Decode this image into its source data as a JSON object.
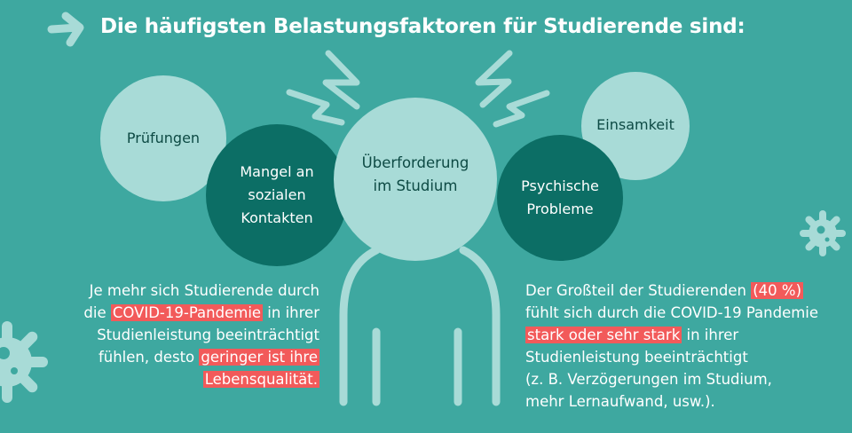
{
  "title": "Die häufigsten Belastungsfaktoren für Studierende sind:",
  "colors": {
    "background": "#3ea8a0",
    "light_circle": "#a8dbd7",
    "dark_circle": "#0c6e65",
    "highlight": "#f25a5a",
    "dark_text": "#0d4a44",
    "light_text": "#ffffff"
  },
  "factors": [
    {
      "label": "Prüfungen",
      "style": "light"
    },
    {
      "label": "Mangel an\nsozialen\nKontakten",
      "style": "dark"
    },
    {
      "label": "Überforderung\nim Studium",
      "style": "light"
    },
    {
      "label": "Psychische\nProbleme",
      "style": "dark"
    },
    {
      "label": "Einsamkeit",
      "style": "light"
    }
  ],
  "left_text": {
    "l1": "Je mehr sich Studierende durch",
    "l2_pre": "die ",
    "l2_hl": "COVID-19-Pandemie",
    "l2_post": " in ihrer",
    "l3": "Studienleistung beeinträchtigt",
    "l4_pre": "fühlen, desto ",
    "l4_hl": "geringer ist ihre",
    "l5_hl": "Lebensqualität."
  },
  "right_text": {
    "l1_pre": "Der Großteil der Studierenden ",
    "l1_hl": "(40 %)",
    "l2": "fühlt sich durch die COVID-19 Pandemie",
    "l3_hl": "stark oder sehr stark",
    "l3_post": " in ihrer",
    "l4": "Studienleistung beeinträchtigt",
    "l5": "(z. B. Verzögerungen im Studium,",
    "l6": "mehr Lernaufwand, usw.)."
  },
  "icons": {
    "arrow": "arrow-right-icon",
    "virus": "virus-icon",
    "stress": "zigzag-stress-icon"
  }
}
